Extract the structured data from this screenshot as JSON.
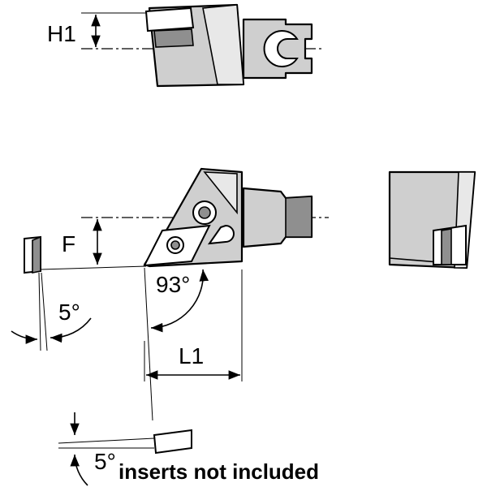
{
  "labels": {
    "h1": "H1",
    "f": "F",
    "angle_93": "93°",
    "angle_5_left": "5°",
    "angle_5_bottom": "5°",
    "l1": "L1",
    "note": "inserts not included"
  },
  "colors": {
    "body_fill": "#cfcfcf",
    "shade_dark": "#8f8f8f",
    "shade_light": "#e8e8e8",
    "line": "#000000"
  }
}
